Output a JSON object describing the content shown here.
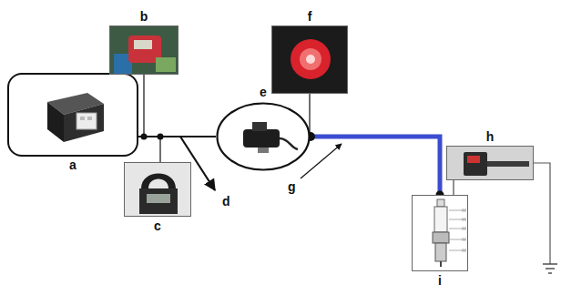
{
  "diagram": {
    "nodes": [
      {
        "text": [
          "a"
        ]
      },
      {
        "text": [
          "b"
        ]
      },
      {
        "text": [
          "c"
        ]
      },
      {
        "text": [
          "e"
        ]
      },
      {
        "text": [
          "f"
        ]
      },
      {
        "text": [
          "h"
        ]
      },
      {
        "text": [
          "i"
        ]
      }
    ],
    "edges": [
      {
        "from": 0,
        "to": 3,
        "arrow": "none"
      },
      {
        "from": 3,
        "to": 6,
        "arrow": "none"
      },
      {
        "from": 5,
        "to": 6,
        "arrow": "none"
      }
    ],
    "labels": [
      "d",
      "g"
    ]
  }
}
